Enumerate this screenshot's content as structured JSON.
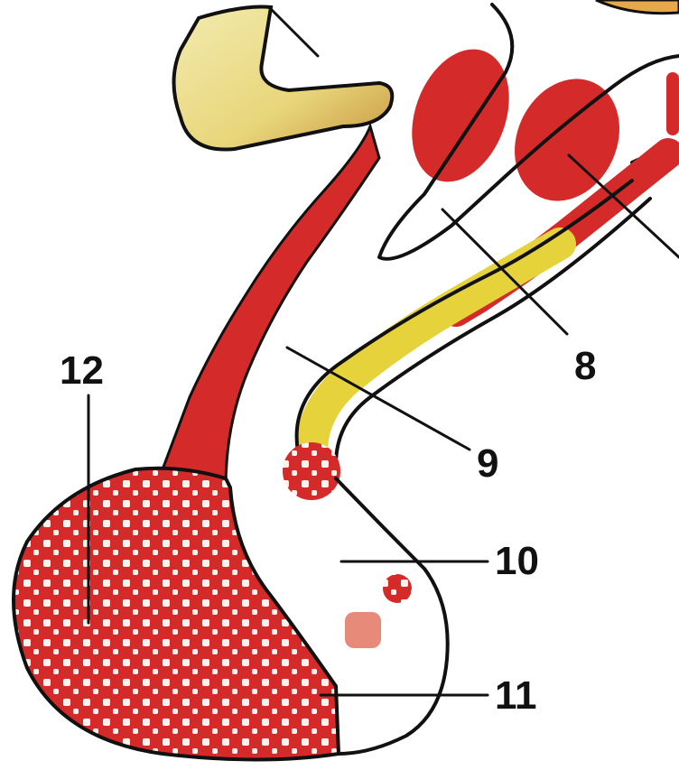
{
  "labels": {
    "l8": "8",
    "l9": "9",
    "l10": "10",
    "l11": "11",
    "l12": "12"
  },
  "colors": {
    "red": "#d42a2a",
    "dark_red": "#a81818",
    "yellow": "#e6d23a",
    "pale_yellow": "#f0e6a0",
    "background": "#ffffff"
  }
}
